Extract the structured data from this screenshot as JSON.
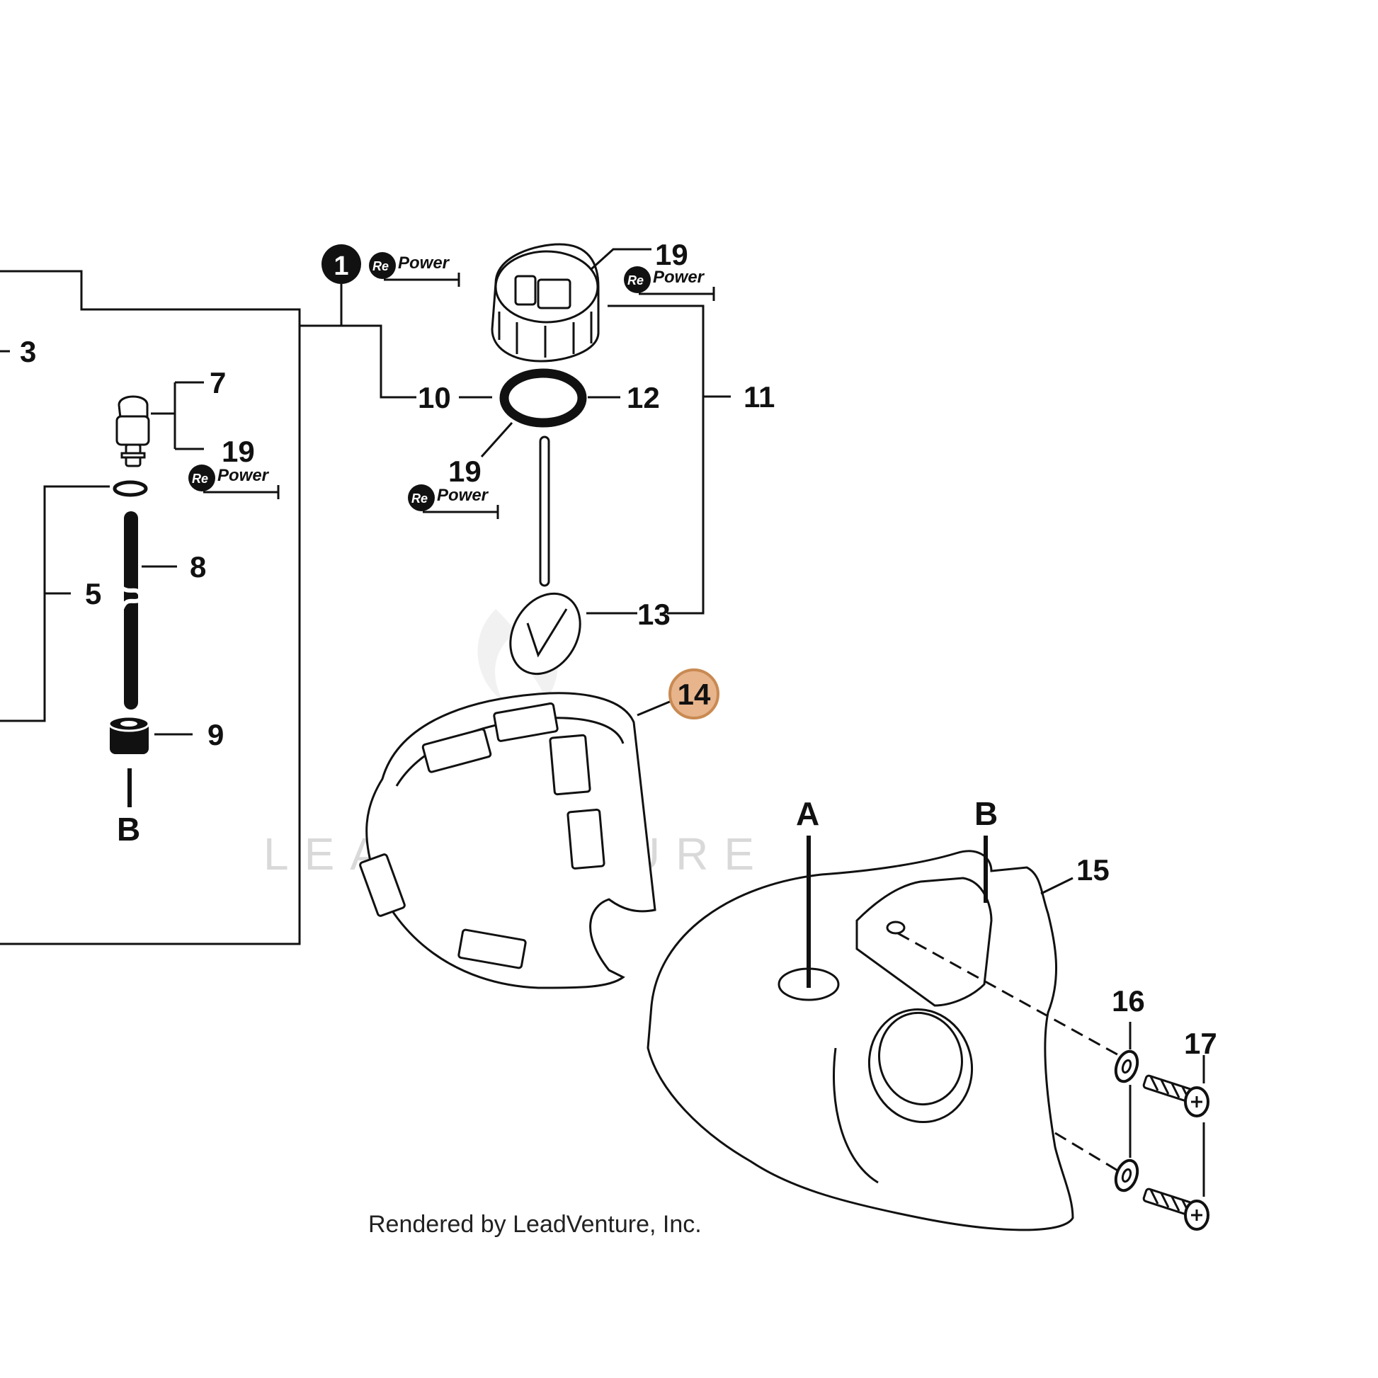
{
  "watermark": "LEADVENTURE",
  "credit": "Rendered by LeadVenture, Inc.",
  "repower_badge": {
    "prefix": "Re",
    "suffix": "Power"
  },
  "callouts": {
    "c1": "1",
    "c3": "3",
    "c5": "5",
    "c7": "7",
    "c8": "8",
    "c9": "9",
    "c10": "10",
    "c11": "11",
    "c12": "12",
    "c13": "13",
    "c14": "14",
    "c15": "15",
    "c16": "16",
    "c17": "17",
    "c19_cap": "19",
    "c19_filter": "19",
    "c19_gasket": "19"
  },
  "references": {
    "a": "A",
    "b_tank": "B",
    "b_hose": "B"
  },
  "highlight": {
    "part": "14",
    "fill": "#e8b48c",
    "stroke": "#c98a52"
  }
}
